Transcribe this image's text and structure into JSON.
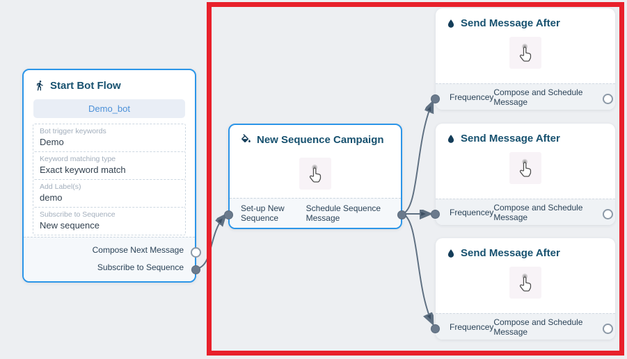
{
  "colors": {
    "canvas_bg": "#edeff2",
    "highlight": "#e8202b",
    "node_border": "#2b95e8",
    "title": "#17516f",
    "edge": "#5f7082",
    "arrow": "#3d4f63",
    "port_fill": "#6b7a8c",
    "port_ring": "#8c99a7"
  },
  "nodes": {
    "start_bot_flow": {
      "title": "Start Bot Flow",
      "icon": "walking-person-icon",
      "bot_button_label": "Demo_bot",
      "fields": [
        {
          "label": "Bot trigger keywords",
          "value": "Demo"
        },
        {
          "label": "Keyword matching type",
          "value": "Exact keyword match"
        },
        {
          "label": "Add Label(s)",
          "value": "demo"
        },
        {
          "label": "Subscribe to Sequence",
          "value": "New sequence"
        }
      ],
      "outputs": [
        {
          "label": "Compose Next Message",
          "connected": false
        },
        {
          "label": "Subscribe to Sequence",
          "connected": true
        }
      ]
    },
    "new_sequence_campaign": {
      "title": "New Sequence Campaign",
      "icon": "paint-bucket-icon",
      "footer_left": "Set-up New Sequence",
      "footer_right": "Schedule Sequence Message"
    },
    "send_message_after": {
      "title": "Send Message After",
      "icon": "water-droplet-icon",
      "footer_left": "Frequencey",
      "footer_right": "Compose and Schedule Message",
      "instance_count": 3
    }
  },
  "connections": [
    {
      "from": "start_bot_flow.subscribe-to-sequence",
      "to": "new_sequence_campaign.setup-new-sequence"
    },
    {
      "from": "new_sequence_campaign.output",
      "to": "send_message_after_1.frequencey"
    },
    {
      "from": "new_sequence_campaign.output",
      "to": "send_message_after_2.frequencey"
    },
    {
      "from": "new_sequence_campaign.output",
      "to": "send_message_after_3.frequencey"
    }
  ]
}
